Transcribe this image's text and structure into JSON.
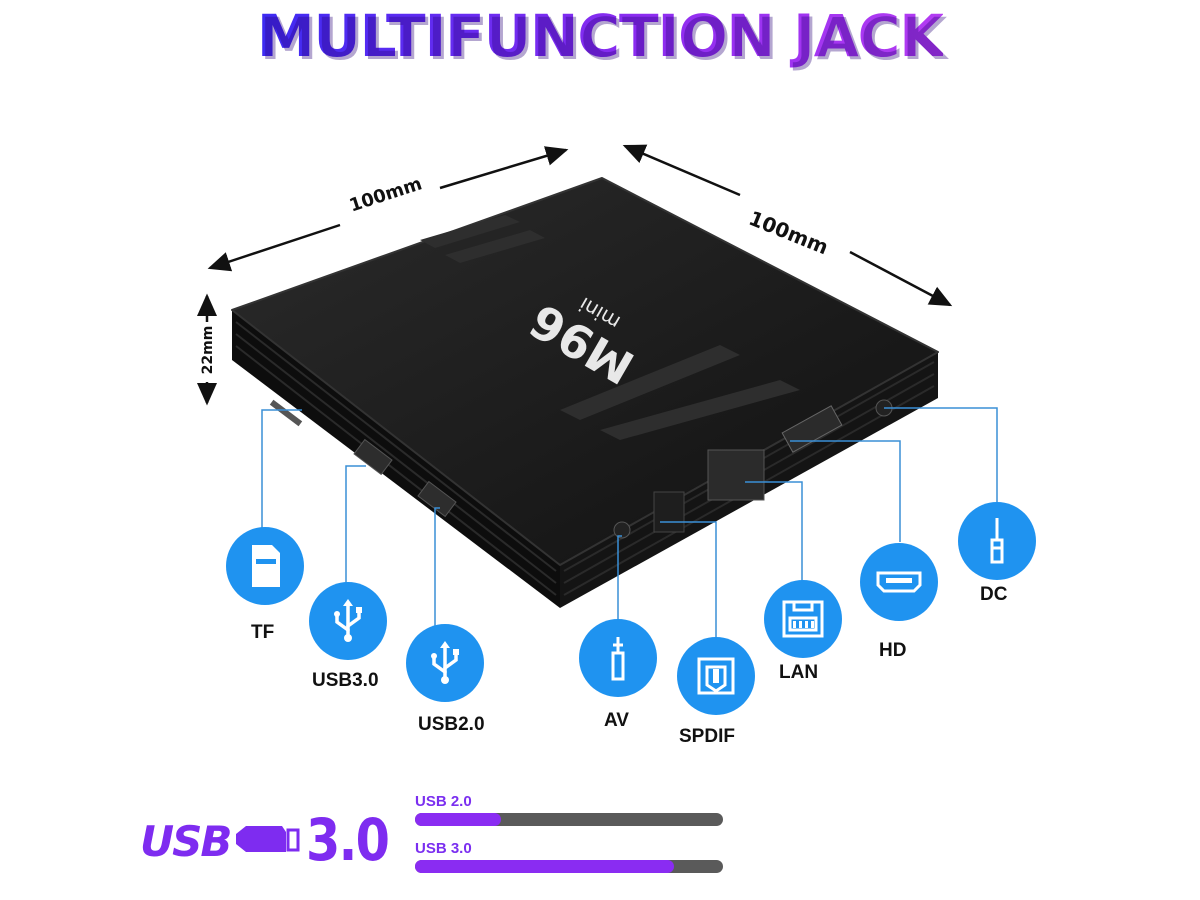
{
  "title": "MULTIFUNCTION JACK",
  "dimensions": {
    "width": "100mm",
    "depth": "100mm",
    "height": "22mm"
  },
  "device": {
    "brand": "M96",
    "model": "mini"
  },
  "ports": [
    {
      "label": "TF",
      "icon": "sd-card-icon"
    },
    {
      "label": "USB3.0",
      "icon": "usb-icon"
    },
    {
      "label": "USB2.0",
      "icon": "usb-icon"
    },
    {
      "label": "AV",
      "icon": "av-jack-icon"
    },
    {
      "label": "SPDIF",
      "icon": "spdif-icon"
    },
    {
      "label": "LAN",
      "icon": "ethernet-icon"
    },
    {
      "label": "HD",
      "icon": "hdmi-icon"
    },
    {
      "label": "DC",
      "icon": "dc-jack-icon"
    }
  ],
  "comparison": {
    "logo_text": "USB",
    "version_text": "3.0",
    "bars": [
      {
        "label": "USB 2.0",
        "value": 0.28
      },
      {
        "label": "USB 3.0",
        "value": 0.84
      }
    ]
  },
  "colors": {
    "accent_purple": "#7e2cf0",
    "port_blue": "#1f93f0",
    "callout_line": "#3a8fd6",
    "device_black": "#1a1a1a"
  }
}
